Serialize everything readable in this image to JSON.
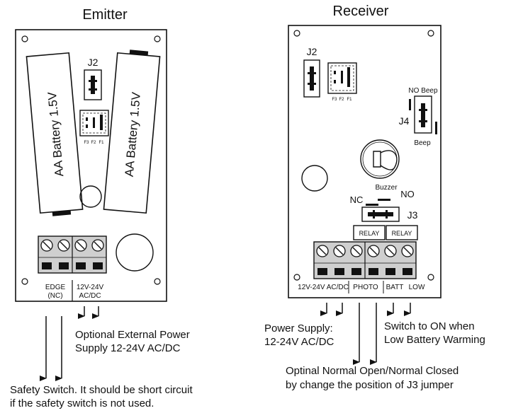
{
  "emitter": {
    "title": "Emitter",
    "battery_left": "AA Battery 1.5V",
    "battery_right": "AA Battery 1.5V",
    "jumper_label": "J2",
    "f3": "F3",
    "f2": "F2",
    "f1": "F1",
    "edge_line1": "EDGE",
    "edge_line2": "(NC)",
    "power_line1": "12V-24V",
    "power_line2": "AC/DC",
    "ext_power_line1": "Optional External Power",
    "ext_power_line2": "Supply 12-24V AC/DC",
    "safety_line1": "Safety Switch. It should be short circuit",
    "safety_line2": "if the safety switch is not used."
  },
  "receiver": {
    "title": "Receiver",
    "jumper_j2": "J2",
    "f3": "F3",
    "f2": "F2",
    "f1": "F1",
    "no_beep": "NO Beep",
    "j4": "J4",
    "beep": "Beep",
    "buzzer": "Buzzer",
    "nc": "NC",
    "no": "NO",
    "j3": "J3",
    "relay_left": "RELAY",
    "relay_right": "RELAY",
    "term_power": "12V-24V AC/DC",
    "term_photo": "PHOTO",
    "term_batt": "BATT",
    "term_low": "LOW",
    "power_supply_line1": "Power Supply:",
    "power_supply_line2": "12-24V AC/DC",
    "switch_line1": "Switch to ON when",
    "switch_line2": "Low Battery Warming",
    "optinal_line1": "Optinal Normal Open/Normal Closed",
    "optinal_line2": "by change the position of J3 jumper"
  }
}
